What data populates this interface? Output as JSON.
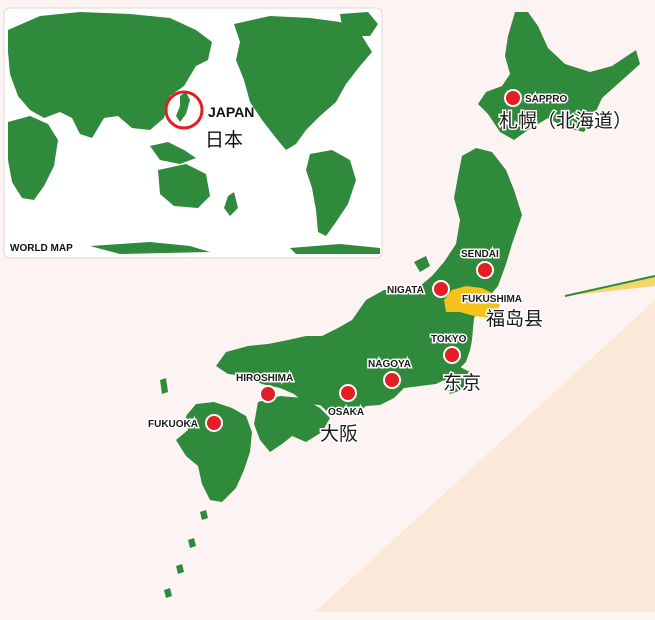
{
  "colors": {
    "land": "#2f8a3c",
    "background": "#fdf3f2",
    "accent_region": "#f5c21b",
    "city_marker": "#e31e24",
    "highlight_ring": "#e31e24",
    "callout_line": "#2f8a3c"
  },
  "inset": {
    "title": "WORLD MAP",
    "country_label": "JAPAN",
    "country_label_cn": "日本"
  },
  "region": {
    "name": "FUKUSHIMA",
    "name_cn": "福岛县"
  },
  "cities": [
    {
      "id": "sapporo",
      "name": "SAPPRO",
      "name_cn": "札幌（北海道）"
    },
    {
      "id": "sendai",
      "name": "SENDAI",
      "name_cn": ""
    },
    {
      "id": "nigata",
      "name": "NIGATA",
      "name_cn": ""
    },
    {
      "id": "tokyo",
      "name": "TOKYO",
      "name_cn": "东京"
    },
    {
      "id": "nagoya",
      "name": "NAGOYA",
      "name_cn": ""
    },
    {
      "id": "osaka",
      "name": "OSAKA",
      "name_cn": "大阪"
    },
    {
      "id": "hiroshima",
      "name": "HIROSHIMA",
      "name_cn": ""
    },
    {
      "id": "fukuoka",
      "name": "FUKUOKA",
      "name_cn": ""
    }
  ],
  "icons": {
    "city_marker": "red-dot-marker-icon",
    "japan_highlight": "circle-highlight-icon"
  }
}
